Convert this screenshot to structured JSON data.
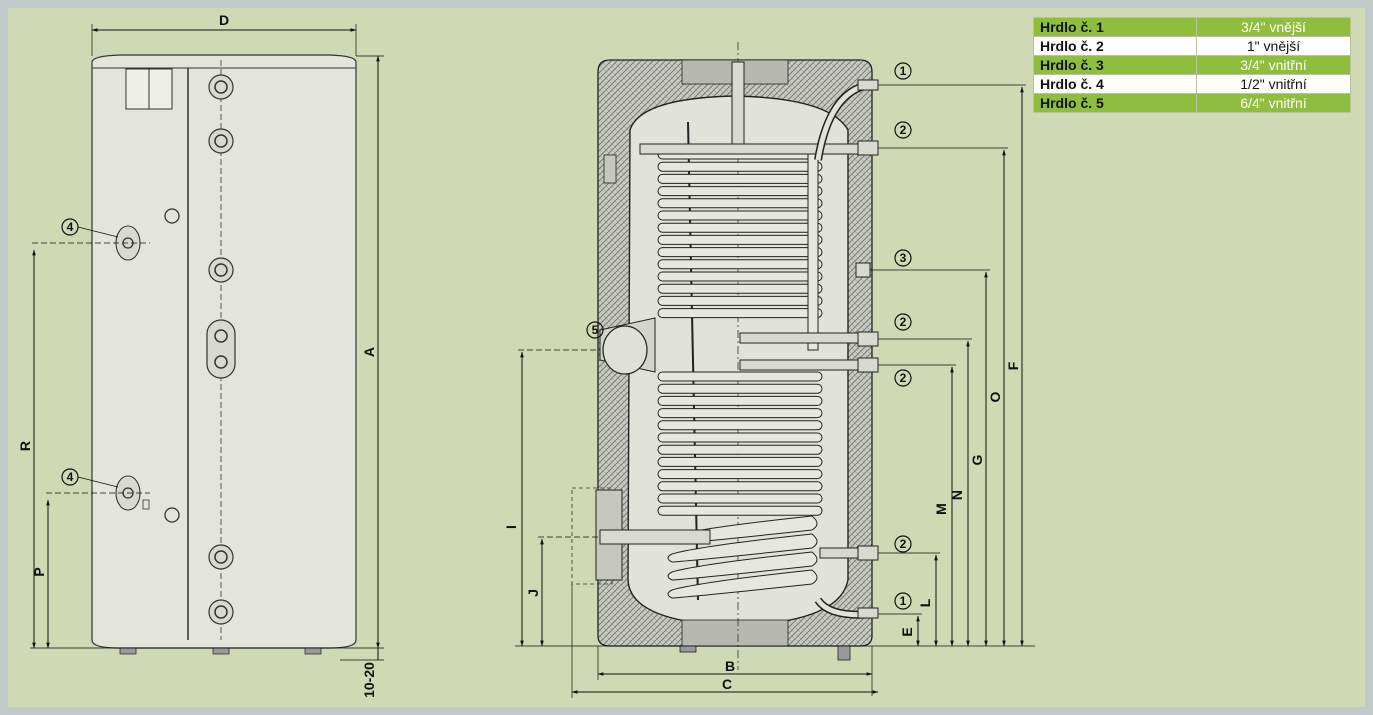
{
  "connections": [
    {
      "name": "Hrdlo č. 1",
      "value": "3/4\" vnější"
    },
    {
      "name": "Hrdlo č. 2",
      "value": "1\" vnější"
    },
    {
      "name": "Hrdlo č. 3",
      "value": "3/4\" vnitřní"
    },
    {
      "name": "Hrdlo č. 4",
      "value": "1/2\" vnitřní"
    },
    {
      "name": "Hrdlo č. 5",
      "value": "6/4\" vnitřní"
    }
  ],
  "dimensions": {
    "A": "A",
    "B": "B",
    "C": "C",
    "D": "D",
    "E": "E",
    "F": "F",
    "G": "G",
    "I": "I",
    "J": "J",
    "L": "L",
    "M": "M",
    "N": "N",
    "O": "O",
    "P": "P",
    "R": "R",
    "foot": "10-20"
  },
  "markers": {
    "m1": "1",
    "m2": "2",
    "m3": "3",
    "m4": "4",
    "m5": "5"
  },
  "colors": {
    "background": "#cfdab4",
    "frame": "#c2c9c9",
    "table_green": "#8fbe3f",
    "tank_body": "#e1e3d8",
    "insulation": "#c9cbc2"
  }
}
